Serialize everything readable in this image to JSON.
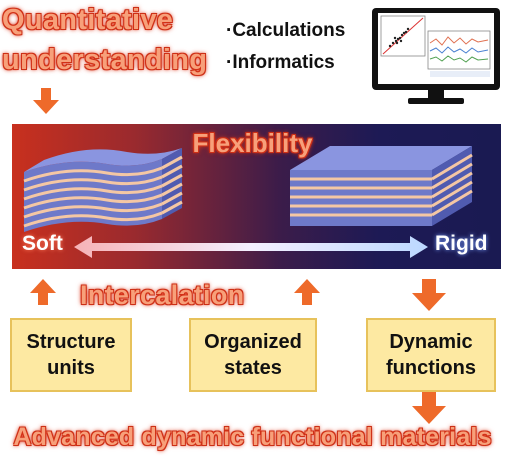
{
  "header": {
    "title_line1": "Quantitative",
    "title_line2": "understanding",
    "bullets": [
      "·Calculations",
      "·Informatics"
    ]
  },
  "panel": {
    "title": "Flexibility",
    "left_label": "Soft",
    "right_label": "Rigid"
  },
  "process_label": "Intercalation",
  "boxes": [
    {
      "line1": "Structure",
      "line2": "units"
    },
    {
      "line1": "Organized",
      "line2": "states"
    },
    {
      "line1": "Dynamic",
      "line2": "functions"
    }
  ],
  "footer": "Advanced dynamic functional materials",
  "colors": {
    "orange": "#ee6a2a",
    "glow_red": "#d9341a",
    "box_fill": "#fde9a2",
    "panel_left": "#c8301e",
    "panel_right": "#1a1a52"
  }
}
